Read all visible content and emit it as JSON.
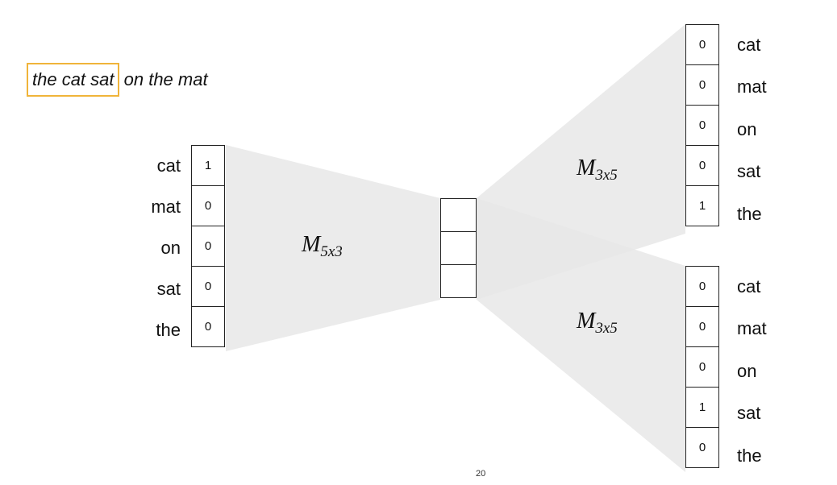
{
  "sentence": {
    "highlight": "the cat sat",
    "rest": " on the mat"
  },
  "input_vector": {
    "words": [
      "cat",
      "mat",
      "on",
      "sat",
      "the"
    ],
    "values": [
      "1",
      "0",
      "0",
      "0",
      "0"
    ]
  },
  "output_top": {
    "words": [
      "cat",
      "mat",
      "on",
      "sat",
      "the"
    ],
    "values": [
      "0",
      "0",
      "0",
      "0",
      "1"
    ]
  },
  "output_bottom": {
    "words": [
      "cat",
      "mat",
      "on",
      "sat",
      "the"
    ],
    "values": [
      "0",
      "0",
      "0",
      "1",
      "0"
    ]
  },
  "hidden_cells": 3,
  "labels": {
    "encoder": {
      "base": "M",
      "sub": "5x3"
    },
    "decoder_top": {
      "base": "M",
      "sub": "3x5"
    },
    "decoder_bottom": {
      "base": "M",
      "sub": "3x5"
    }
  },
  "page_number": "20",
  "colors": {
    "highlight_border": "#f0b43a",
    "funnel_fill": "#e6e6e6"
  }
}
